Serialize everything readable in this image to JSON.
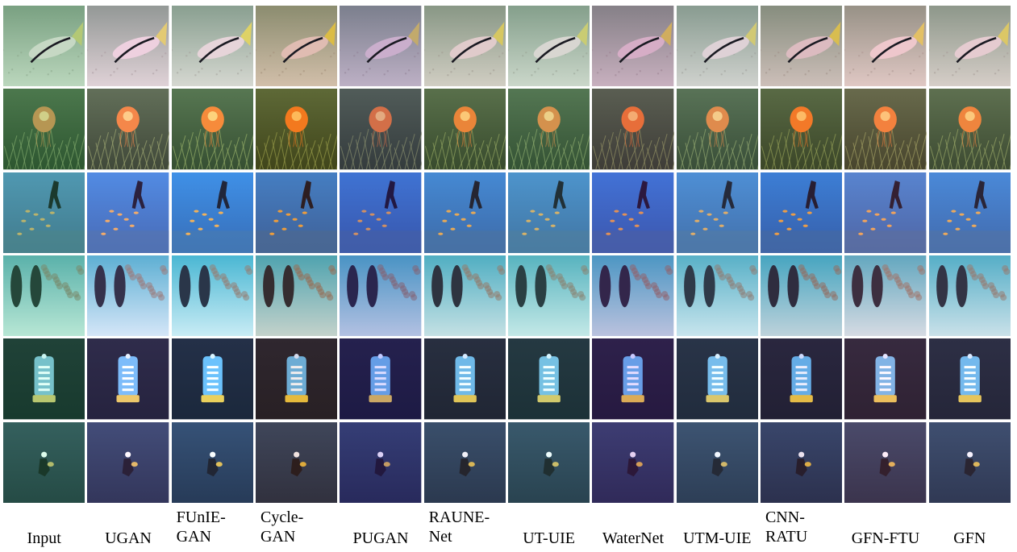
{
  "methods": [
    {
      "id": "input",
      "label": "Input",
      "tone": {
        "sat": 0.55,
        "bright": 0.95,
        "cast": [
          0,
          30,
          10
        ]
      }
    },
    {
      "id": "ugan",
      "label": "UGAN",
      "tone": {
        "sat": 0.8,
        "bright": 1.05,
        "cast": [
          15,
          5,
          20
        ]
      }
    },
    {
      "id": "funie-gan",
      "label": "FUnIE-\nGAN",
      "tone": {
        "sat": 0.9,
        "bright": 1.05,
        "cast": [
          5,
          10,
          15
        ]
      }
    },
    {
      "id": "cycle-gan",
      "label": "Cycle-\nGAN",
      "tone": {
        "sat": 0.95,
        "bright": 0.95,
        "cast": [
          20,
          5,
          -5
        ]
      }
    },
    {
      "id": "pugan",
      "label": "PUGAN",
      "tone": {
        "sat": 0.85,
        "bright": 0.9,
        "cast": [
          10,
          0,
          30
        ]
      }
    },
    {
      "id": "raune-net",
      "label": "RAUNE-\nNet",
      "tone": {
        "sat": 0.85,
        "bright": 1.0,
        "cast": [
          10,
          10,
          10
        ]
      }
    },
    {
      "id": "ut-uie",
      "label": "UT-UIE",
      "tone": {
        "sat": 0.7,
        "bright": 1.0,
        "cast": [
          5,
          20,
          15
        ]
      }
    },
    {
      "id": "waternet",
      "label": "WaterNet",
      "tone": {
        "sat": 0.95,
        "bright": 0.9,
        "cast": [
          20,
          0,
          25
        ]
      }
    },
    {
      "id": "utm-uie",
      "label": "UTM-UIE",
      "tone": {
        "sat": 0.75,
        "bright": 1.0,
        "cast": [
          10,
          15,
          20
        ]
      }
    },
    {
      "id": "cnn-ratu",
      "label": "CNN-\nRATU",
      "tone": {
        "sat": 1.0,
        "bright": 0.95,
        "cast": [
          15,
          5,
          10
        ]
      }
    },
    {
      "id": "gfn-ftu",
      "label": "GFN-FTU",
      "tone": {
        "sat": 0.8,
        "bright": 1.0,
        "cast": [
          25,
          5,
          10
        ]
      }
    },
    {
      "id": "gfn",
      "label": "GFN",
      "tone": {
        "sat": 0.85,
        "bright": 1.0,
        "cast": [
          15,
          10,
          15
        ]
      }
    }
  ],
  "rows": [
    {
      "id": "fish",
      "scene": "fish",
      "bg_top": "#7d8f7a",
      "bg_bottom": "#c8c4b8",
      "subject": "#d8c0c0",
      "accent": "#d4c24a"
    },
    {
      "id": "jellyfish",
      "scene": "jelly",
      "bg_top": "#4e6a3e",
      "bg_bottom": "#2e4420",
      "subject": "#f07a20",
      "accent": "#ffd070"
    },
    {
      "id": "diver-fish",
      "scene": "diver_fish",
      "bg_top": "#2f7fd6",
      "bg_bottom": "#2a5fa8",
      "subject": "#1a1a2a",
      "accent": "#e8a040"
    },
    {
      "id": "divers-reef",
      "scene": "reef",
      "bg_top": "#3aa8c0",
      "bg_bottom": "#b8d8dc",
      "subject": "#222a38",
      "accent": "#8a7060"
    },
    {
      "id": "robot",
      "scene": "robot",
      "bg_top": "#1c2438",
      "bg_bottom": "#141c2c",
      "subject": "#5ab0e8",
      "accent": "#e0c040"
    },
    {
      "id": "diver-dark",
      "scene": "diver_dark",
      "bg_top": "#2c4466",
      "bg_bottom": "#1e2e48",
      "subject": "#e8e8f0",
      "accent": "#d8b040"
    }
  ]
}
